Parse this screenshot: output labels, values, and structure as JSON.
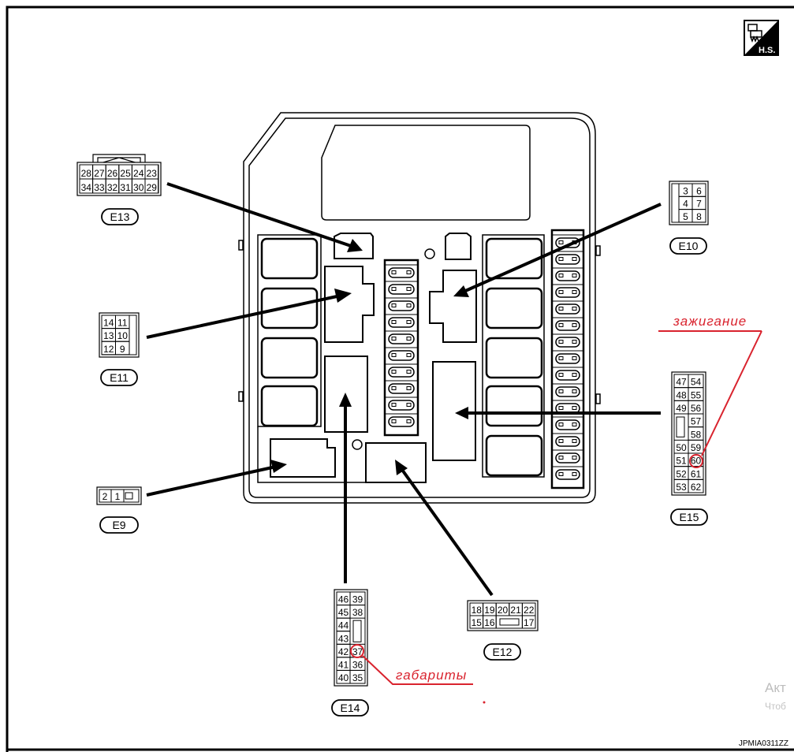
{
  "figure_code": "JPMIA0311ZZ",
  "corner_badge": {
    "icon": "harness-connector-icon",
    "text": "H.S."
  },
  "colors": {
    "annotation": "#d9232e",
    "line": "#000000"
  },
  "connectors": {
    "E13": {
      "label": "E13",
      "rows": [
        [
          "28",
          "27",
          "26",
          "25",
          "24",
          "23"
        ],
        [
          "34",
          "33",
          "32",
          "31",
          "30",
          "29"
        ]
      ]
    },
    "E10": {
      "label": "E10",
      "rows": [
        [
          "3",
          "6"
        ],
        [
          "4",
          "7"
        ],
        [
          "5",
          "8"
        ]
      ]
    },
    "E11": {
      "label": "E11",
      "rows": [
        [
          "14",
          "11"
        ],
        [
          "13",
          "10"
        ],
        [
          "12",
          "9"
        ]
      ]
    },
    "E15": {
      "label": "E15",
      "pins_left": [
        "47",
        "48",
        "49",
        "",
        "",
        "50",
        "51",
        "52",
        "53"
      ],
      "pins_right": [
        "54",
        "55",
        "56",
        "57",
        "58",
        "59",
        "60",
        "61",
        "62"
      ]
    },
    "E9": {
      "label": "E9",
      "pins": [
        "2",
        "1"
      ]
    },
    "E14": {
      "label": "E14",
      "pins_left": [
        "46",
        "45",
        "44",
        "43",
        "42",
        "41",
        "40"
      ],
      "pins_right": [
        "39",
        "38",
        "",
        "",
        "37",
        "36",
        "35"
      ]
    },
    "E12": {
      "label": "E12",
      "row1": [
        "18",
        "19",
        "20",
        "21",
        "22"
      ],
      "row2": [
        "15",
        "16",
        "",
        "17"
      ]
    }
  },
  "annotations": {
    "ignition": {
      "text": "зажигание",
      "pin": "60",
      "connector": "E15"
    },
    "parking_lights": {
      "text": "габариты",
      "pin": "37",
      "connector": "E14"
    }
  },
  "watermark": {
    "line1": "Акт",
    "line2": "Чтоб"
  }
}
